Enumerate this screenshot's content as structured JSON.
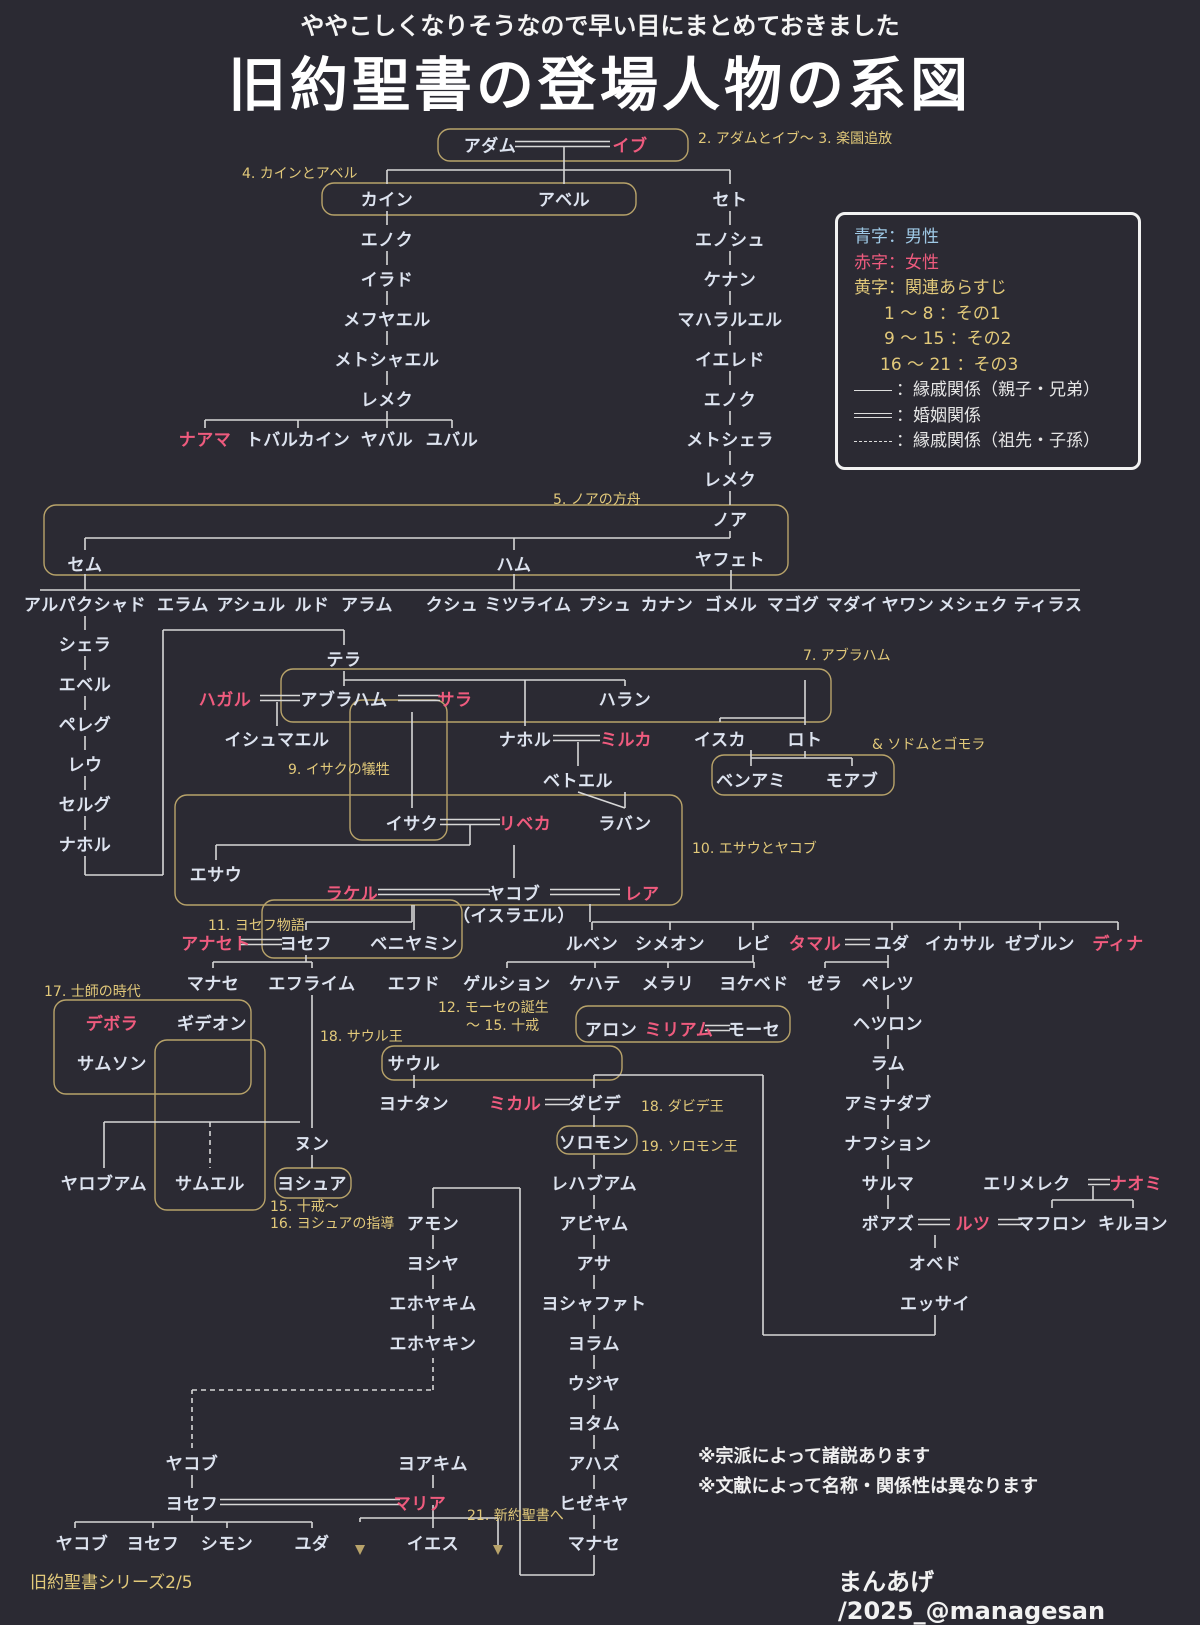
{
  "header": {
    "subtitle": "ややこしくなりそうなので早い目にまとめておきました",
    "title": "旧約聖書の登場人物の系図"
  },
  "legend": {
    "blue_male": "青字：男性",
    "red_female": "赤字：女性",
    "yellow_synopsis": "黄字：関連あらすじ",
    "part1": "1 ～ 8 ：その1",
    "part2": "9 ～ 15 ：その2",
    "part3": "16 ～ 21 ：その3",
    "line_kin": "：縁戚関係（親子・兄弟）",
    "line_marriage": "：婚姻関係",
    "line_descent": "：縁戚関係（祖先・子孫）"
  },
  "notes": {
    "note1": "※宗派によって諸説あります",
    "note2": "※文献によって名称・関係性は異なります"
  },
  "footer": {
    "series": "旧約聖書シリーズ2/5",
    "credit": "まんあげ /2025_@managesan"
  },
  "episodes": [
    "2. アダムとイブ～ 3. 楽園追放",
    "4. カインとアベル",
    "5. ノアの方舟",
    "7. アブラハム",
    "& ソドムとゴモラ",
    "9. イサクの犠牲",
    "10. エサウとヤコブ",
    "11. ヨセフ物語",
    "17. 士師の時代",
    "12. モーセの誕生",
    "～ 15. 十戒",
    "18. サウル王",
    "18. ダビデ王",
    "19. ソロモン王",
    "15. 十戒～",
    "16. ヨシュアの指導",
    "21. 新約聖書へ"
  ],
  "people": [
    {
      "id": "adam",
      "name": "アダム",
      "female": false
    },
    {
      "id": "eve",
      "name": "イブ",
      "female": true
    },
    {
      "id": "cain",
      "name": "カイン",
      "female": false
    },
    {
      "id": "abel",
      "name": "アベル",
      "female": false
    },
    {
      "id": "seth",
      "name": "セト",
      "female": false
    },
    {
      "id": "enoch1",
      "name": "エノク",
      "female": false
    },
    {
      "id": "irad",
      "name": "イラド",
      "female": false
    },
    {
      "id": "mehujael",
      "name": "メフヤエル",
      "female": false
    },
    {
      "id": "methushael",
      "name": "メトシャエル",
      "female": false
    },
    {
      "id": "lamech1",
      "name": "レメク",
      "female": false
    },
    {
      "id": "naamah",
      "name": "ナアマ",
      "female": true
    },
    {
      "id": "tubalcain",
      "name": "トバルカイン",
      "female": false
    },
    {
      "id": "jabal",
      "name": "ヤバル",
      "female": false
    },
    {
      "id": "jubal",
      "name": "ユバル",
      "female": false
    },
    {
      "id": "enosh",
      "name": "エノシュ",
      "female": false
    },
    {
      "id": "kenan",
      "name": "ケナン",
      "female": false
    },
    {
      "id": "mahalalel",
      "name": "マハラルエル",
      "female": false
    },
    {
      "id": "jared",
      "name": "イエレド",
      "female": false
    },
    {
      "id": "enoch2",
      "name": "エノク",
      "female": false
    },
    {
      "id": "methuselah",
      "name": "メトシェラ",
      "female": false
    },
    {
      "id": "lamech2",
      "name": "レメク",
      "female": false
    },
    {
      "id": "noah",
      "name": "ノア",
      "female": false
    },
    {
      "id": "shem",
      "name": "セム",
      "female": false
    },
    {
      "id": "ham",
      "name": "ハム",
      "female": false
    },
    {
      "id": "japheth",
      "name": "ヤフェト",
      "female": false
    },
    {
      "id": "arpachshad",
      "name": "アルパクシャド",
      "female": false
    },
    {
      "id": "elam",
      "name": "エラム",
      "female": false
    },
    {
      "id": "asshur",
      "name": "アシュル",
      "female": false
    },
    {
      "id": "lud",
      "name": "ルド",
      "female": false
    },
    {
      "id": "aram",
      "name": "アラム",
      "female": false
    },
    {
      "id": "cush",
      "name": "クシュ",
      "female": false
    },
    {
      "id": "mizraim",
      "name": "ミツライム",
      "female": false
    },
    {
      "id": "put",
      "name": "プシュ",
      "female": false
    },
    {
      "id": "canaan",
      "name": "カナン",
      "female": false
    },
    {
      "id": "gomer",
      "name": "ゴメル",
      "female": false
    },
    {
      "id": "magog",
      "name": "マゴグ",
      "female": false
    },
    {
      "id": "madai",
      "name": "マダイ",
      "female": false
    },
    {
      "id": "javan",
      "name": "ヤワン",
      "female": false
    },
    {
      "id": "meshech",
      "name": "メシェク",
      "female": false
    },
    {
      "id": "tiras",
      "name": "ティラス",
      "female": false
    },
    {
      "id": "shelah",
      "name": "シェラ",
      "female": false
    },
    {
      "id": "eber",
      "name": "エベル",
      "female": false
    },
    {
      "id": "peleg",
      "name": "ペレグ",
      "female": false
    },
    {
      "id": "reu",
      "name": "レウ",
      "female": false
    },
    {
      "id": "serug",
      "name": "セルグ",
      "female": false
    },
    {
      "id": "nahor1",
      "name": "ナホル",
      "female": false
    },
    {
      "id": "terah",
      "name": "テラ",
      "female": false
    },
    {
      "id": "hagar",
      "name": "ハガル",
      "female": true
    },
    {
      "id": "abraham",
      "name": "アブラハム",
      "female": false
    },
    {
      "id": "sarah",
      "name": "サラ",
      "female": true
    },
    {
      "id": "haran",
      "name": "ハラン",
      "female": false
    },
    {
      "id": "ishmael",
      "name": "イシュマエル",
      "female": false
    },
    {
      "id": "nahor2",
      "name": "ナホル",
      "female": false
    },
    {
      "id": "milcah",
      "name": "ミルカ",
      "female": true
    },
    {
      "id": "iscah",
      "name": "イスカ",
      "female": false
    },
    {
      "id": "lot",
      "name": "ロト",
      "female": false
    },
    {
      "id": "benammi",
      "name": "ベンアミ",
      "female": false
    },
    {
      "id": "moab",
      "name": "モアブ",
      "female": false
    },
    {
      "id": "bethuel",
      "name": "ベトエル",
      "female": false
    },
    {
      "id": "isaac",
      "name": "イサク",
      "female": false
    },
    {
      "id": "rebekah",
      "name": "リベカ",
      "female": true
    },
    {
      "id": "laban",
      "name": "ラバン",
      "female": false
    },
    {
      "id": "esau",
      "name": "エサウ",
      "female": false
    },
    {
      "id": "rachel",
      "name": "ラケル",
      "female": true
    },
    {
      "id": "jacob",
      "name": "ヤコブ",
      "female": false
    },
    {
      "id": "israel",
      "name": "（イスラエル）",
      "female": false
    },
    {
      "id": "leah",
      "name": "レア",
      "female": true
    },
    {
      "id": "asenath",
      "name": "アナセト",
      "female": true
    },
    {
      "id": "joseph",
      "name": "ヨセフ",
      "female": false
    },
    {
      "id": "benjamin",
      "name": "ベニヤミン",
      "female": false
    },
    {
      "id": "reuben",
      "name": "ルベン",
      "female": false
    },
    {
      "id": "simeon",
      "name": "シメオン",
      "female": false
    },
    {
      "id": "levi",
      "name": "レビ",
      "female": false
    },
    {
      "id": "tamar",
      "name": "タマル",
      "female": true
    },
    {
      "id": "judah",
      "name": "ユダ",
      "female": false
    },
    {
      "id": "issachar",
      "name": "イカサル",
      "female": false
    },
    {
      "id": "zebulun",
      "name": "ゼブルン",
      "female": false
    },
    {
      "id": "dinah",
      "name": "ディナ",
      "female": true
    },
    {
      "id": "manasseh1",
      "name": "マナセ",
      "female": false
    },
    {
      "id": "ephraim",
      "name": "エフライム",
      "female": false
    },
    {
      "id": "ehud",
      "name": "エフド",
      "female": false
    },
    {
      "id": "gershon",
      "name": "ゲルション",
      "female": false
    },
    {
      "id": "kohath",
      "name": "ケハテ",
      "female": false
    },
    {
      "id": "merari",
      "name": "メラリ",
      "female": false
    },
    {
      "id": "jochebed",
      "name": "ヨケベド",
      "female": false
    },
    {
      "id": "zerah",
      "name": "ゼラ",
      "female": false
    },
    {
      "id": "perez",
      "name": "ペレツ",
      "female": false
    },
    {
      "id": "deborah",
      "name": "デボラ",
      "female": true
    },
    {
      "id": "gideon",
      "name": "ギデオン",
      "female": false
    },
    {
      "id": "samson",
      "name": "サムソン",
      "female": false
    },
    {
      "id": "aaron",
      "name": "アロン",
      "female": false
    },
    {
      "id": "miriam",
      "name": "ミリアム",
      "female": true
    },
    {
      "id": "moses",
      "name": "モーセ",
      "female": false
    },
    {
      "id": "hezron",
      "name": "ヘツロン",
      "female": false
    },
    {
      "id": "saul",
      "name": "サウル",
      "female": false
    },
    {
      "id": "ram",
      "name": "ラム",
      "female": false
    },
    {
      "id": "jonathan",
      "name": "ヨナタン",
      "female": false
    },
    {
      "id": "michal",
      "name": "ミカル",
      "female": true
    },
    {
      "id": "david",
      "name": "ダビデ",
      "female": false
    },
    {
      "id": "amminadab",
      "name": "アミナダブ",
      "female": false
    },
    {
      "id": "nun",
      "name": "ヌン",
      "female": false
    },
    {
      "id": "solomon",
      "name": "ソロモン",
      "female": false
    },
    {
      "id": "nahshon",
      "name": "ナフション",
      "female": false
    },
    {
      "id": "jeroboam",
      "name": "ヤロブアム",
      "female": false
    },
    {
      "id": "samuel",
      "name": "サムエル",
      "female": false
    },
    {
      "id": "joshua",
      "name": "ヨシュア",
      "female": false
    },
    {
      "id": "rehoboam",
      "name": "レハブアム",
      "female": false
    },
    {
      "id": "salma",
      "name": "サルマ",
      "female": false
    },
    {
      "id": "elimelech",
      "name": "エリメレク",
      "female": false
    },
    {
      "id": "naomi",
      "name": "ナオミ",
      "female": true
    },
    {
      "id": "amon",
      "name": "アモン",
      "female": false
    },
    {
      "id": "abijam",
      "name": "アビヤム",
      "female": false
    },
    {
      "id": "boaz",
      "name": "ボアズ",
      "female": false
    },
    {
      "id": "ruth",
      "name": "ルツ",
      "female": true
    },
    {
      "id": "mahlon",
      "name": "マフロン",
      "female": false
    },
    {
      "id": "chilion",
      "name": "キルヨン",
      "female": false
    },
    {
      "id": "josiah",
      "name": "ヨシヤ",
      "female": false
    },
    {
      "id": "asa",
      "name": "アサ",
      "female": false
    },
    {
      "id": "obed",
      "name": "オベド",
      "female": false
    },
    {
      "id": "jehoiakim",
      "name": "エホヤキム",
      "female": false
    },
    {
      "id": "jehoshaphat",
      "name": "ヨシャファト",
      "female": false
    },
    {
      "id": "jesse",
      "name": "エッサイ",
      "female": false
    },
    {
      "id": "jehoiachin",
      "name": "エホヤキン",
      "female": false
    },
    {
      "id": "joram",
      "name": "ヨラム",
      "female": false
    },
    {
      "id": "uzziah",
      "name": "ウジヤ",
      "female": false
    },
    {
      "id": "jotham",
      "name": "ヨタム",
      "female": false
    },
    {
      "id": "jacob2",
      "name": "ヤコブ",
      "female": false
    },
    {
      "id": "joachim",
      "name": "ヨアキム",
      "female": false
    },
    {
      "id": "ahaz",
      "name": "アハズ",
      "female": false
    },
    {
      "id": "joseph2",
      "name": "ヨセフ",
      "female": false
    },
    {
      "id": "mary",
      "name": "マリア",
      "female": true
    },
    {
      "id": "hezekiah",
      "name": "ヒゼキヤ",
      "female": false
    },
    {
      "id": "jacob3",
      "name": "ヤコブ",
      "female": false
    },
    {
      "id": "joseph3",
      "name": "ヨセフ",
      "female": false
    },
    {
      "id": "simon",
      "name": "シモン",
      "female": false
    },
    {
      "id": "judas",
      "name": "ユダ",
      "female": false
    },
    {
      "id": "jesus",
      "name": "イエス",
      "female": false
    },
    {
      "id": "manasseh2",
      "name": "マナセ",
      "female": false
    }
  ]
}
